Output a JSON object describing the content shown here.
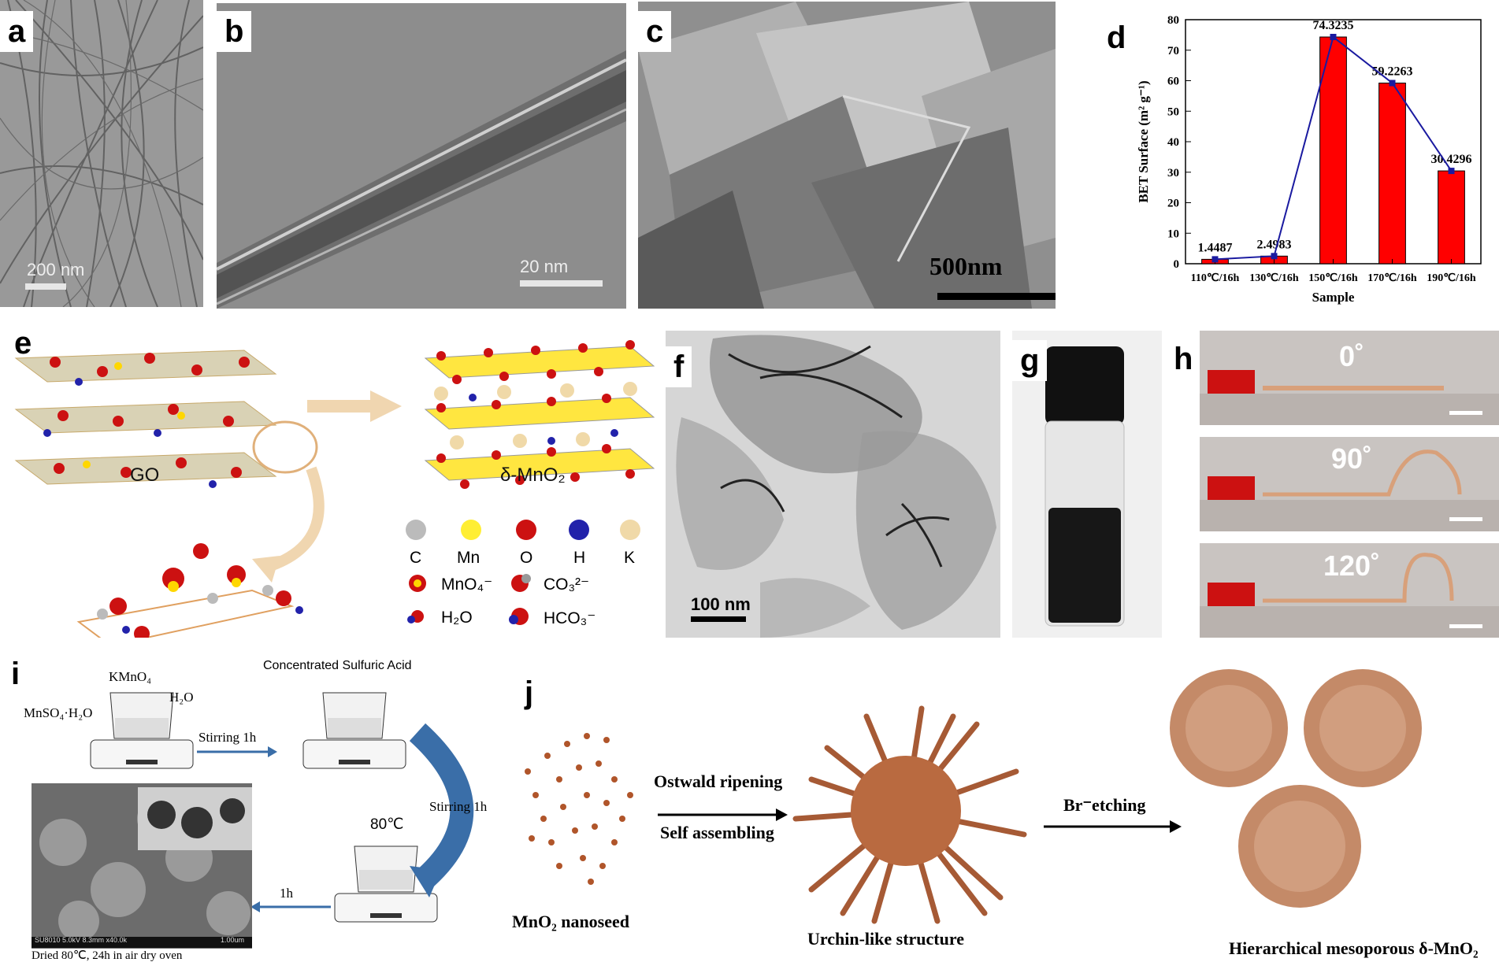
{
  "panels": {
    "a": {
      "letter": "a",
      "scale": "200 nm"
    },
    "b": {
      "letter": "b",
      "scale": "20 nm"
    },
    "c": {
      "letter": "c",
      "scale": "500nm"
    },
    "d": {
      "letter": "d"
    },
    "e": {
      "letter": "e",
      "left_label": "GO",
      "right_label": "δ-MnO₂",
      "legend": {
        "atoms": [
          "C",
          "Mn",
          "O",
          "H",
          "K"
        ],
        "ions": [
          "MnO₄⁻",
          "CO₃²⁻",
          "H₂O",
          "HCO₃⁻"
        ]
      }
    },
    "f": {
      "letter": "f",
      "scale": "100 nm"
    },
    "g": {
      "letter": "g"
    },
    "h": {
      "letter": "h",
      "angles": [
        "0˚",
        "90˚",
        "120˚"
      ]
    },
    "i": {
      "letter": "i",
      "kmno4": "KMnO₄",
      "mnso4": "MnSO₄·H₂O",
      "h2o": "H₂O",
      "acid": "Concentrated Sulfuric Acid",
      "stir1": "Stirring 1h",
      "stir2": "Stirring 1h",
      "temp": "80℃",
      "time": "1h",
      "sem_info": "SU8010 5.0kV 8.3mm x40.0k",
      "sem_scale": "1.00um",
      "caption": "Dried 80℃, 24h in air dry oven"
    },
    "j": {
      "letter": "j",
      "step1a": "Ostwald ripening",
      "step1b": "Self assembling",
      "step2": "Br⁻etching",
      "label1": "MnO₂ nanoseed",
      "label2": "Urchin-like structure",
      "label3": "Hierarchical mesoporous δ-MnO₂"
    }
  },
  "chart_data": {
    "type": "bar",
    "categories": [
      "110℃/16h",
      "130℃/16h",
      "150℃/16h",
      "170℃/16h",
      "190℃/16h"
    ],
    "values": [
      1.4487,
      2.4983,
      74.3235,
      59.2263,
      30.4296
    ],
    "value_labels": [
      "1.4487",
      "2.4983",
      "74.3235",
      "59.2263",
      "30.4296"
    ],
    "xlabel": "Sample",
    "ylabel": "BET Surface (m² g⁻¹)",
    "ylim": [
      0,
      80
    ],
    "yticks": [
      "0",
      "10",
      "20",
      "30",
      "40",
      "50",
      "60",
      "70",
      "80"
    ],
    "grid": false,
    "bar_color": "#ff0000",
    "line_color": "#1a1aa0"
  }
}
